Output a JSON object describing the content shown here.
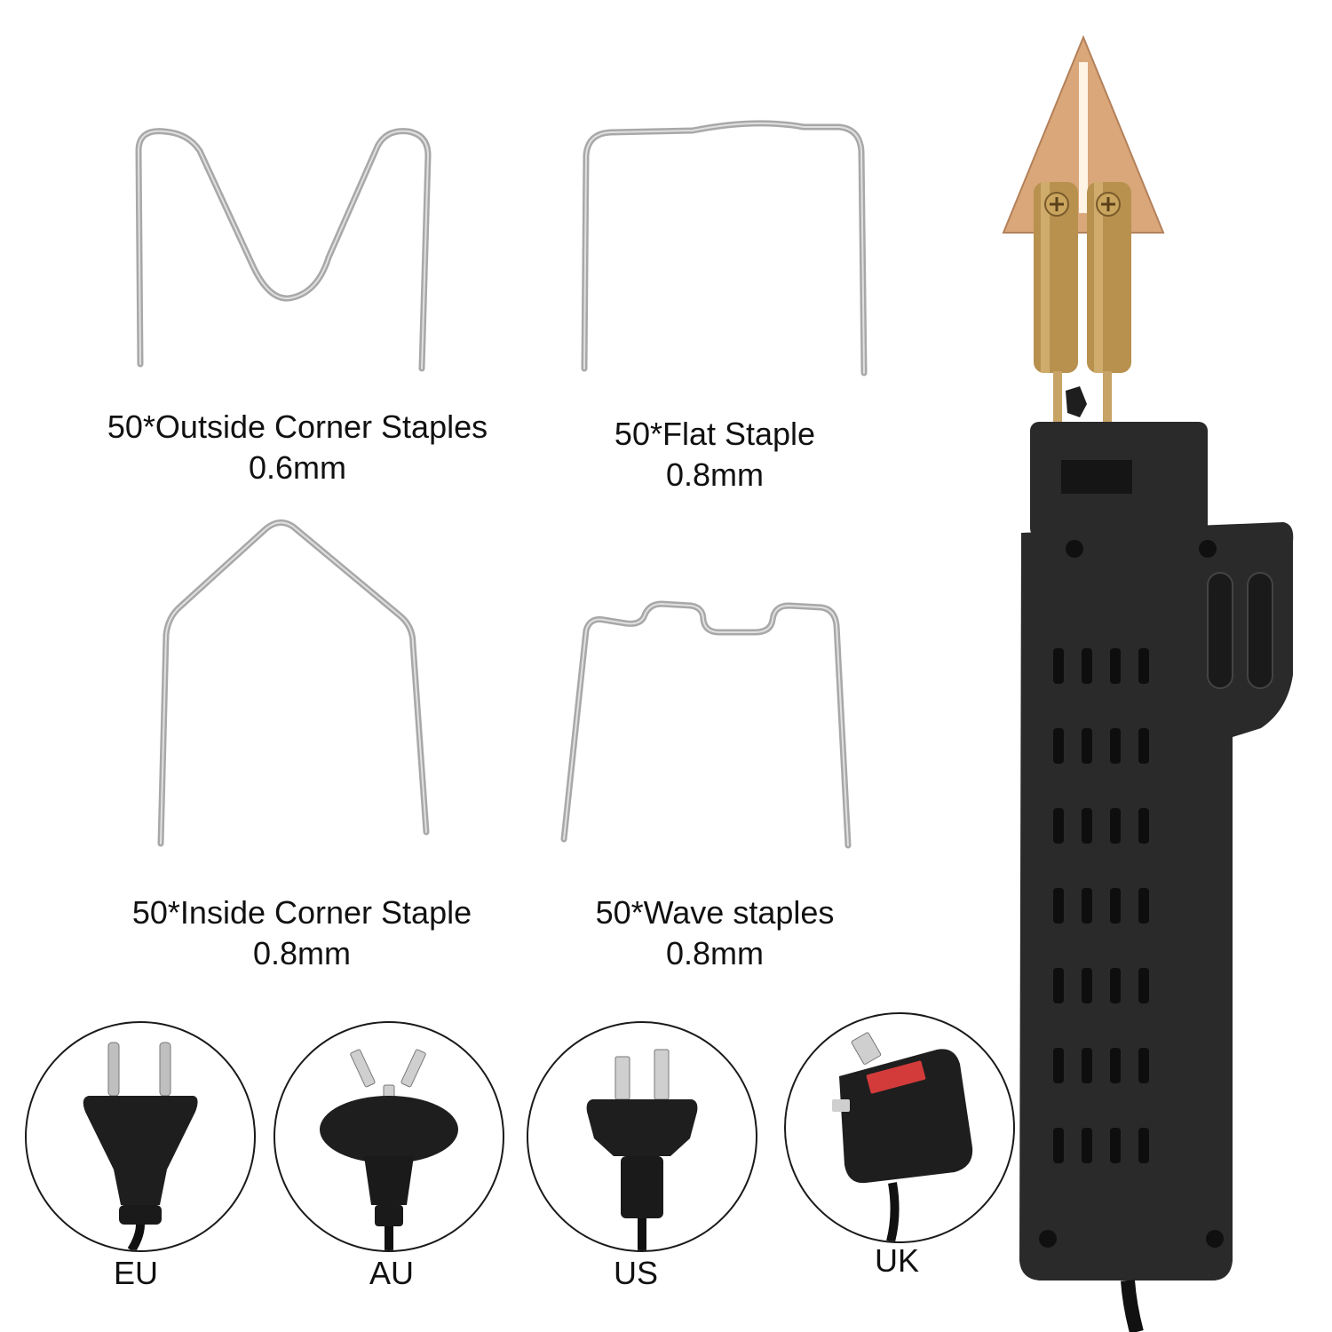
{
  "staples": [
    {
      "name": "50*Outside Corner Staples",
      "spec": "0.6mm"
    },
    {
      "name": "50*Flat Staple",
      "spec": "0.8mm"
    },
    {
      "name": "50*Inside Corner Staple",
      "spec": "0.8mm"
    },
    {
      "name": "50*Wave staples",
      "spec": "0.8mm"
    }
  ],
  "plugs": [
    {
      "region": "EU"
    },
    {
      "region": "AU"
    },
    {
      "region": "US"
    },
    {
      "region": "UK"
    }
  ],
  "colors": {
    "wire": "#9a9a9a",
    "tool_body": "#2a2a2a",
    "brass": "#b8914f",
    "copper_tip": "#d9a77a"
  }
}
